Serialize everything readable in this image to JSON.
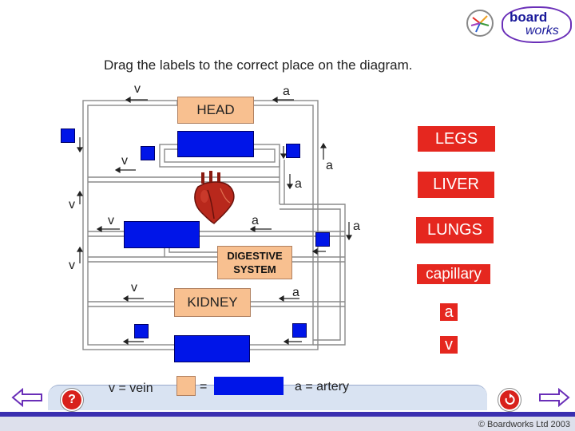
{
  "logo": {
    "line1": "board",
    "line2": "works"
  },
  "instruction": "Drag the labels to the correct place on the diagram.",
  "organs": {
    "head": "HEAD",
    "digestive_line1": "DIGESTIVE",
    "digestive_line2": "SYSTEM",
    "kidney": "KIDNEY"
  },
  "vessel_marks": {
    "v": "v",
    "a": "a"
  },
  "labels": [
    "LEGS",
    "LIVER",
    "LUNGS",
    "capillary",
    "a",
    "v"
  ],
  "key": {
    "vein": "v = vein",
    "equals": "=",
    "artery": "a = artery"
  },
  "footer": {
    "help": "?",
    "copyright": "© Boardworks Ltd 2003"
  },
  "colors": {
    "label_red": "#e5271f",
    "drop_blue": "#0015e8",
    "organ_peach": "#f8c090",
    "nav_purple": "#6a2fb8"
  }
}
